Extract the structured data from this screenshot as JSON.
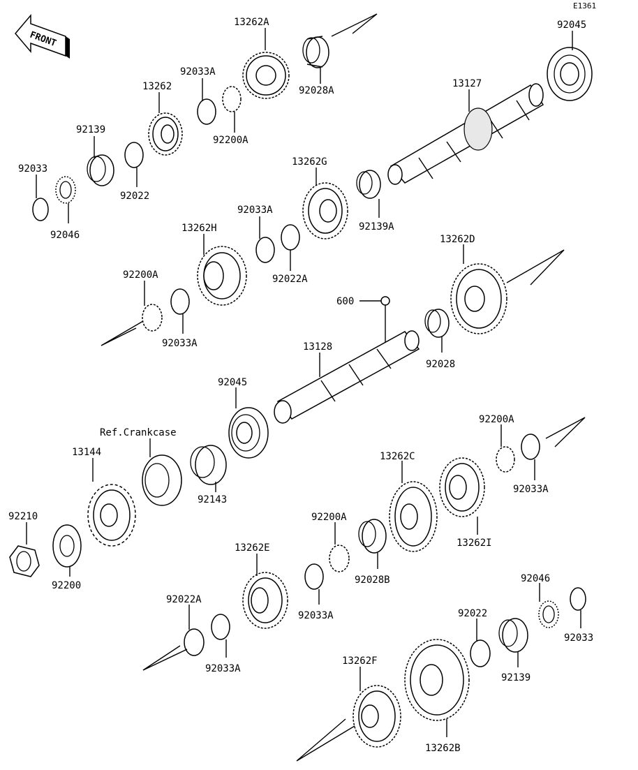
{
  "diagram_code": "E1361",
  "front_label": "FRONT",
  "labels": {
    "p13262A": "13262A",
    "p92045_top": "92045",
    "p92028A": "92028A",
    "p92033A_1": "92033A",
    "p13262": "13262",
    "p13127": "13127",
    "p92200A_1": "92200A",
    "p92139_1": "92139",
    "p92033_1": "92033",
    "p92022_1": "92022",
    "p13262G": "13262G",
    "p92046_1": "92046",
    "p92033A_2": "92033A",
    "p92139A": "92139A",
    "p13262H": "13262H",
    "p92022A_1": "92022A",
    "p13262D": "13262D",
    "p92200A_2": "92200A",
    "p600": "600",
    "p92033A_3": "92033A",
    "p13128": "13128",
    "p92028": "92028",
    "p92045_mid": "92045",
    "ref_crankcase": "Ref.Crankcase",
    "p92200A_3": "92200A",
    "p13144": "13144",
    "p13262C": "13262C",
    "p92033A_4": "92033A",
    "p92143": "92143",
    "p92210": "92210",
    "p92200A_4": "92200A",
    "p13262I": "13262I",
    "p92200": "92200",
    "p13262E": "13262E",
    "p92028B": "92028B",
    "p92046_2": "92046",
    "p92022A_2": "92022A",
    "p92033A_5": "92033A",
    "p92022_2": "92022",
    "p92033_2": "92033",
    "p13262F": "13262F",
    "p92033A_6": "92033A",
    "p92139_2": "92139",
    "p13262B": "13262B"
  }
}
